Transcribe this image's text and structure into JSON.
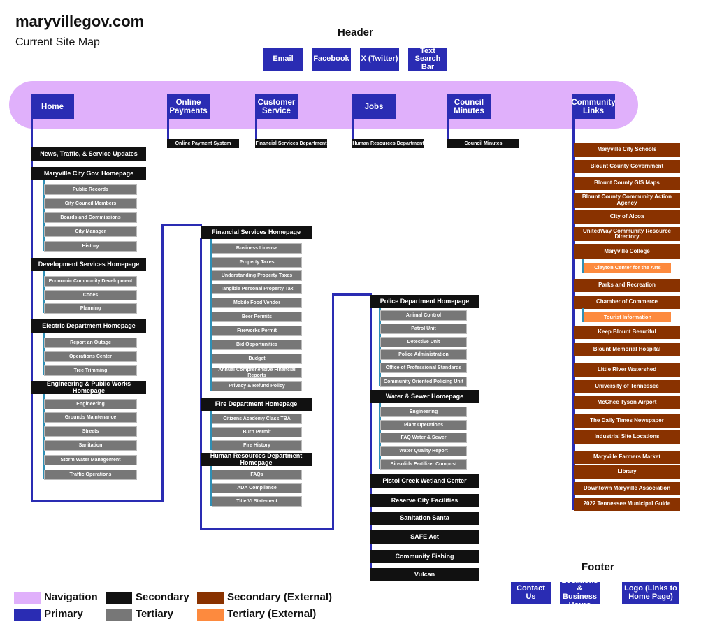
{
  "site": {
    "title": "maryvillegov.com",
    "subtitle": "Current Site Map"
  },
  "header": {
    "label": "Header",
    "buttons": [
      "Email",
      "Facebook",
      "X (Twitter)",
      "Text Search Bar"
    ]
  },
  "nav": [
    "Home",
    "Online Payments",
    "Customer Service",
    "Jobs",
    "Council Minutes",
    "Community Links"
  ],
  "nav_children": [
    "Online Payment System",
    "Financial Services Department",
    "Human Resources Department",
    "Council Minutes"
  ],
  "home": {
    "news": "News, Traffic, & Service Updates",
    "city_gov": {
      "label": "Maryville City Gov. Homepage",
      "items": [
        "Public Records",
        "City Council Members",
        "Boards and Commissions",
        "City Manager",
        "History"
      ]
    },
    "dev": {
      "label": "Development Services Homepage",
      "items": [
        "Economic Community Development",
        "Codes",
        "Planning"
      ]
    },
    "electric": {
      "label": "Electric Department Homepage",
      "items": [
        "Report an Outage",
        "Operations  Center",
        "Tree Trimming"
      ]
    },
    "engineering": {
      "label": "Engineering & Public Works Homepage",
      "items": [
        "Engineering",
        "Grounds Maintenance",
        "Streets",
        "Sanitation",
        "Storm Water Management",
        "Traffic Operations"
      ]
    },
    "financial": {
      "label": "Financial Services Homepage",
      "items": [
        "Business License",
        "Property Taxes",
        "Understanding Property Taxes",
        "Tangible Personal Property Tax",
        "Mobile Food Vendor",
        "Beer Permits",
        "Fireworks Permit",
        "Bid Opportunities",
        "Budget",
        "Annual Comprehensive Financial Reports",
        "Privacy & Refund Policy"
      ]
    },
    "fire": {
      "label": "Fire Department Homepage",
      "items": [
        "Citizens Academy Class TBA",
        "Burn Permit",
        "Fire History"
      ]
    },
    "hr": {
      "label": "Human Resources Department Homepage",
      "items": [
        "FAQs",
        "ADA Compliance",
        "Title VI Statement"
      ]
    },
    "police": {
      "label": "Police Department Homepage",
      "items": [
        "Animal Control",
        "Patrol Unit",
        "Detective Unit",
        "Police Administration",
        "Office of Professional Standards",
        "Community Oriented Policing Unit"
      ]
    },
    "water": {
      "label": "Water & Sewer Homepage",
      "items": [
        "Engineering",
        "Plant Operations",
        "FAQ Water & Sewer",
        "Water Quality Report",
        "Biosolids Fertilizer Compost"
      ]
    },
    "others": [
      "Pistol Creek Wetland Center",
      "Reserve City Facilities",
      "Sanitation Santa",
      "SAFE Act",
      "Community Fishing",
      "Vulcan"
    ]
  },
  "community": [
    "Maryville City Schools",
    "Blount County Government",
    "Blount County GIS Maps",
    "Blount County Community Action Agency",
    "City of Alcoa",
    "UnitedWay Community Resource Directory",
    "Maryville College",
    "Clayton Center for the Arts",
    "Parks and Recreation",
    "Chamber of Commerce",
    "Tourist Information",
    "Keep Blount Beautiful",
    "Blount Memorial Hospital",
    "Little River Watershed",
    "University of Tennessee",
    "McGhee Tyson Airport",
    "The Daily Times Newspaper",
    "Industrial Site Locations",
    "Maryville Farmers Market",
    "Library",
    "Downtown Maryville Association",
    "2022 Tennessee Municipal Guide"
  ],
  "footer": {
    "label": "Footer",
    "buttons": [
      "Contact Us",
      "Locations & Business Hours",
      "Logo (Links to Home Page)"
    ]
  },
  "legend": [
    {
      "label": "Navigation",
      "color": "#e0b0fb"
    },
    {
      "label": "Primary",
      "color": "#2a2cb3"
    },
    {
      "label": "Secondary",
      "color": "#111111"
    },
    {
      "label": "Tertiary",
      "color": "#777777"
    },
    {
      "label": "Secondary (External)",
      "color": "#893200"
    },
    {
      "label": "Tertiary (External)",
      "color": "#fd8a3e"
    }
  ]
}
